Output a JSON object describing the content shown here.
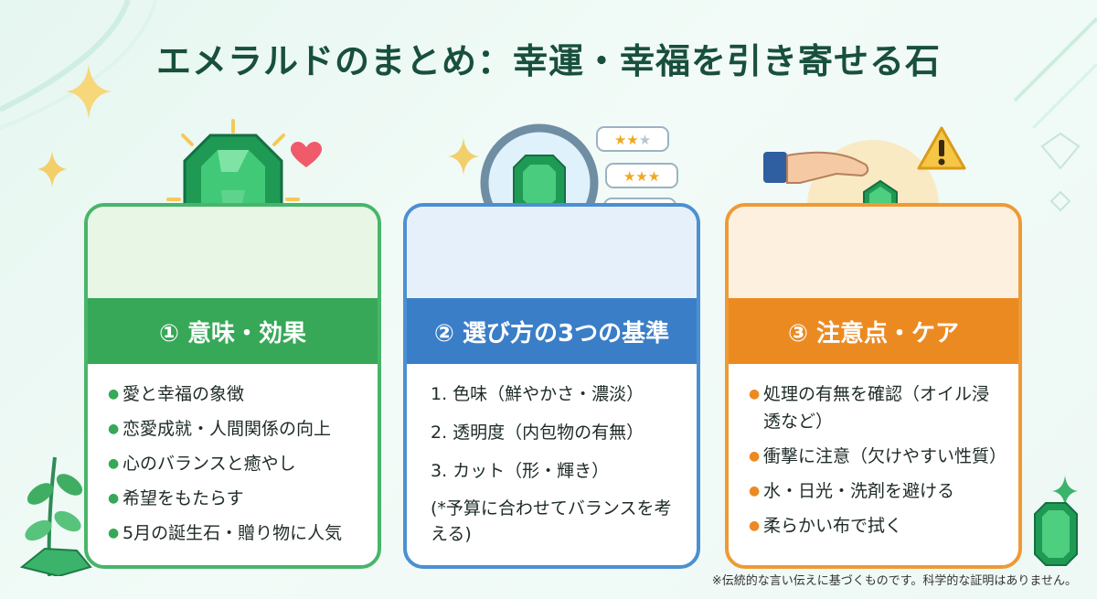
{
  "title": "エメラルドのまとめ：幸運・幸福を引き寄せる石",
  "cards": [
    {
      "header": "① 意味・効果",
      "items": [
        "愛と幸福の象徴",
        "恋愛成就・人間関係の向上",
        "心のバランスと癒やし",
        "希望をもたらす",
        "5月の誕生石・贈り物に人気"
      ]
    },
    {
      "header": "② 選び方の3つの基準",
      "items": [
        "1. 色味（鮮やかさ・濃淡）",
        "2. 透明度（内包物の有無）",
        "3. カット（形・輝き）"
      ],
      "note": "(*予算に合わせてバランスを考える)"
    },
    {
      "header": "③ 注意点・ケア",
      "items": [
        "処理の有無を確認（オイル浸透など）",
        "衝撃に注意（欠けやすい性質）",
        "水・日光・洗剤を避ける",
        "柔らかい布で拭く"
      ]
    }
  ],
  "footnote": "※伝統的な言い伝えに基づくものです。科学的な証明はありません。",
  "icons": [
    "emerald-gem-icon",
    "heart-icon",
    "magnifier-icon",
    "star-rating-icon",
    "warning-icon",
    "hand-icon",
    "sparkle-icon",
    "leaf-icon"
  ],
  "colors": {
    "green": "#36a857",
    "blue": "#3a7ec7",
    "orange": "#ec8a22",
    "title": "#184f3d"
  }
}
